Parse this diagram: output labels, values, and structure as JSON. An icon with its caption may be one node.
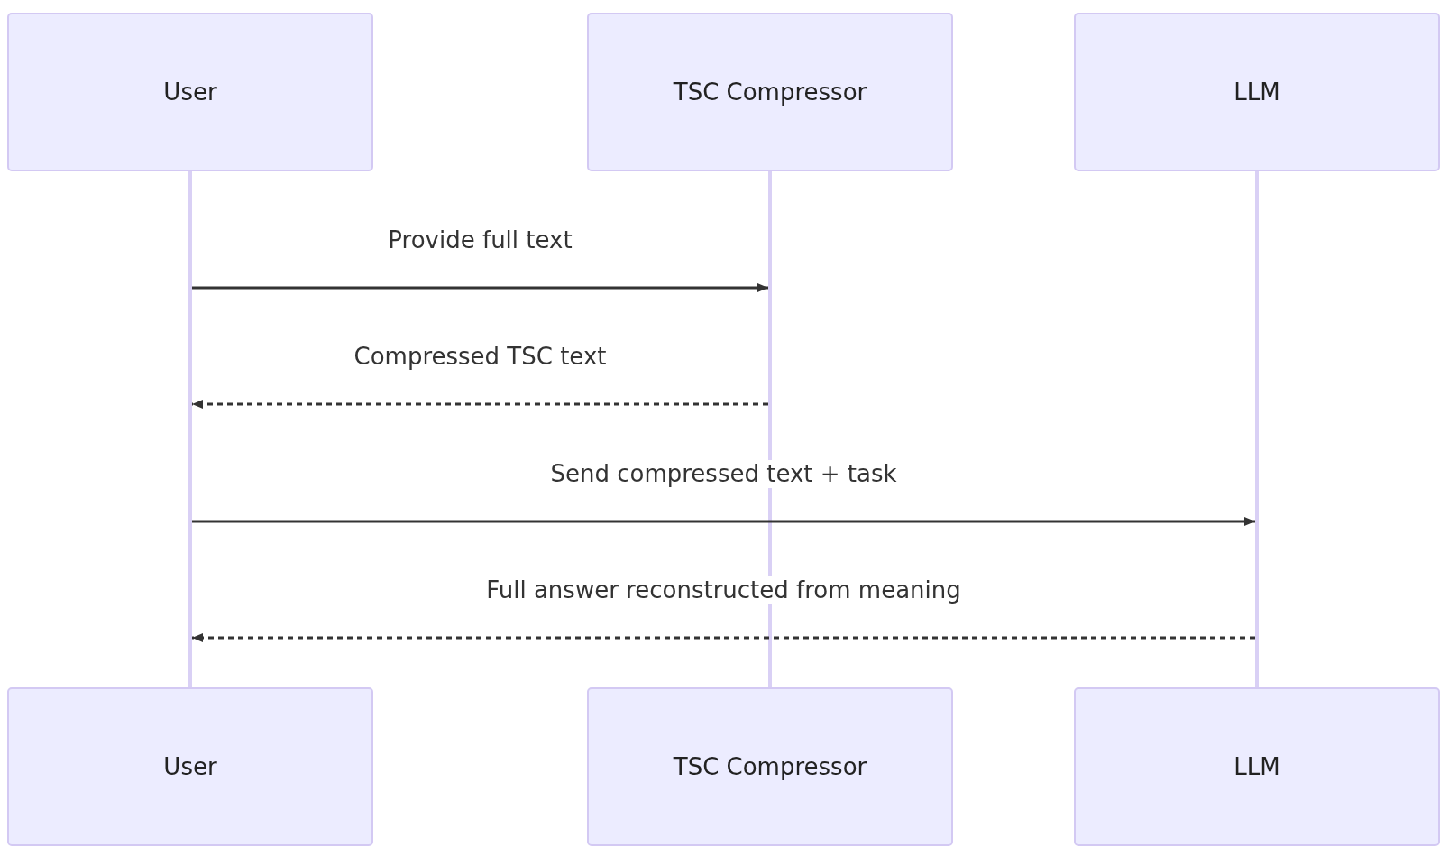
{
  "diagram": {
    "nodes": [
      {
        "text": [
          "User"
        ]
      },
      {
        "text": [
          "TSC Compressor"
        ]
      },
      {
        "text": [
          "LLM"
        ]
      },
      {
        "text": [],
        "shape": "bar"
      },
      {
        "text": [],
        "shape": "bar"
      },
      {
        "text": [],
        "shape": "bar"
      },
      {
        "text": [
          "User"
        ]
      },
      {
        "text": [
          "TSC Compressor"
        ]
      },
      {
        "text": [
          "LLM"
        ]
      }
    ],
    "edges": [
      {
        "from": 3,
        "to": 4,
        "arrow": "to",
        "label": "Provide full text"
      },
      {
        "from": 4,
        "to": 3,
        "arrow": "to",
        "label": "Compressed TSC text",
        "style": "dashed"
      },
      {
        "from": 3,
        "to": 5,
        "arrow": "to",
        "label": "Send compressed text + task"
      },
      {
        "from": 5,
        "to": 3,
        "arrow": "to",
        "label": "Full answer reconstructed from meaning",
        "style": "dashed"
      }
    ]
  }
}
